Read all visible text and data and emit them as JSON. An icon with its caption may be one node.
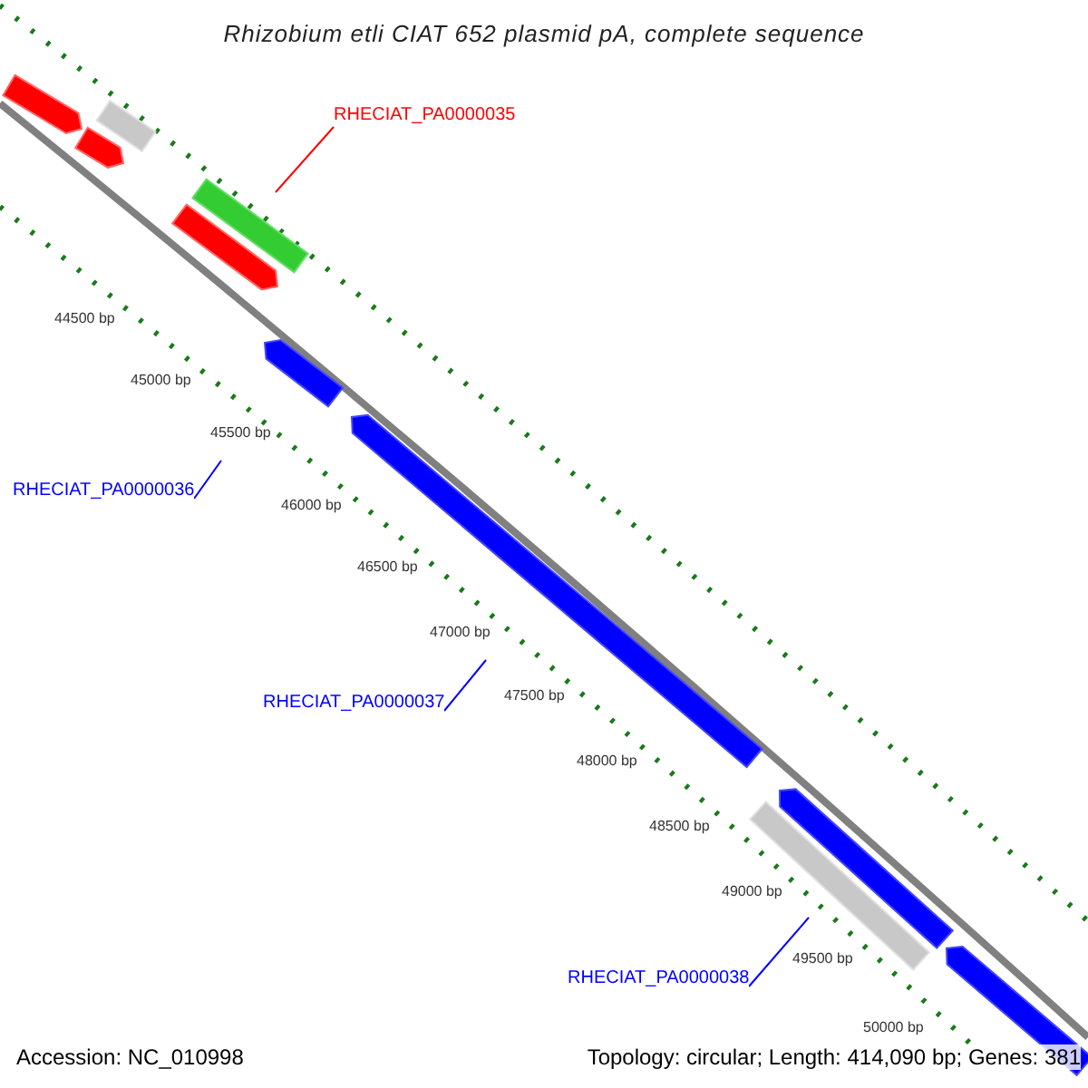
{
  "diagram": {
    "title": "Rhizobium etli CIAT 652 plasmid pA, complete sequence",
    "nodes": [
      {
        "text": [
          "RHECIAT_PA0000035"
        ]
      },
      {
        "text": [
          "RHECIAT_PA0000036"
        ]
      },
      {
        "text": [
          "RHECIAT_PA0000037"
        ]
      },
      {
        "text": [
          "RHECIAT_PA0000038"
        ]
      }
    ],
    "edges": [
      {
        "from": 0,
        "to": null,
        "arrow": "none",
        "color": "#ff0000"
      },
      {
        "from": 1,
        "to": null,
        "arrow": "none"
      },
      {
        "from": 2,
        "to": null,
        "arrow": "none"
      },
      {
        "from": 3,
        "to": null,
        "arrow": "none"
      }
    ],
    "labels": [
      "44500 bp",
      "45000 bp",
      "45500 bp",
      "46000 bp",
      "46500 bp",
      "47000 bp",
      "47500 bp",
      "48000 bp",
      "48500 bp",
      "49000 bp",
      "49500 bp",
      "50000 bp",
      "Accession: NC_010998",
      "Topology: circular; Length: 414,090 bp; Genes: 381"
    ]
  }
}
